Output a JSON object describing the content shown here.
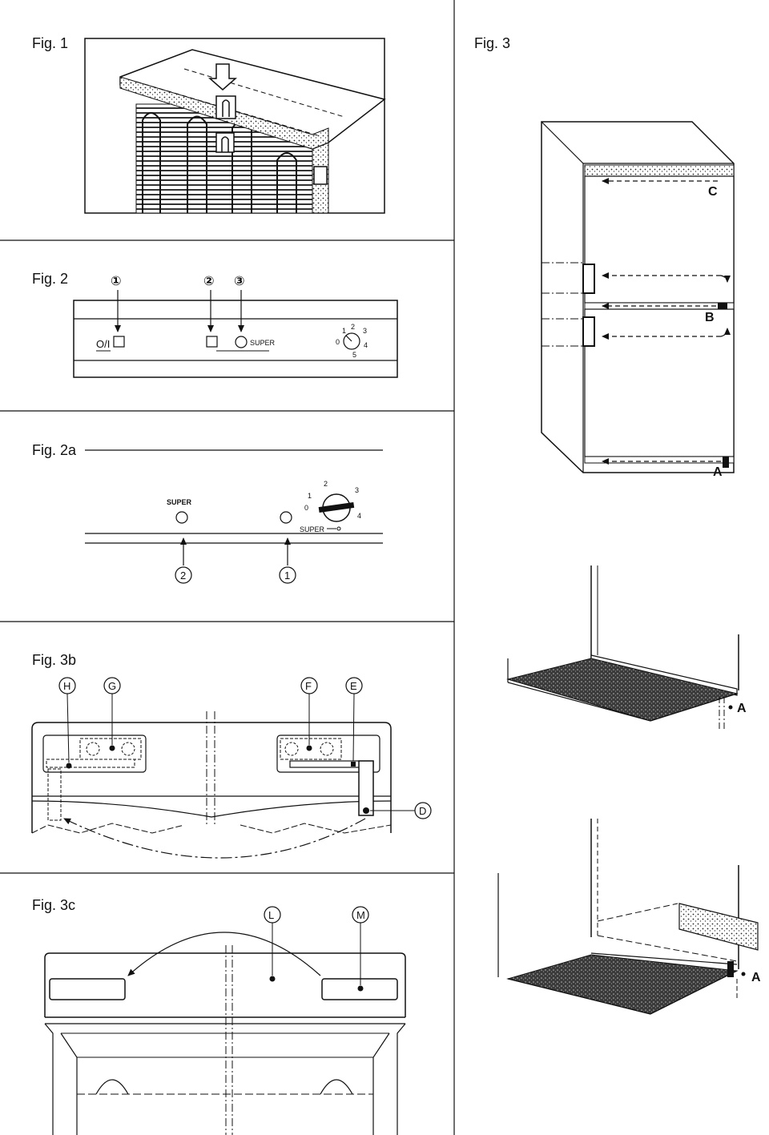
{
  "figures": {
    "fig1": "Fig. 1",
    "fig2": "Fig. 2",
    "fig2a": "Fig. 2a",
    "fig3": "Fig. 3",
    "fig3b": "Fig. 3b",
    "fig3c": "Fig. 3c"
  },
  "fig2_panel": {
    "callouts": [
      "①",
      "②",
      "③"
    ],
    "switch_label": "O/I",
    "super_label": "SUPER",
    "dial_ticks": [
      "0",
      "1",
      "2",
      "3",
      "4",
      "5"
    ]
  },
  "fig2a_panel": {
    "super_label": "SUPER",
    "dial_super_label": "SUPER",
    "dial_ticks": [
      "0",
      "1",
      "2",
      "3",
      "4"
    ],
    "callouts": [
      "2",
      "1"
    ]
  },
  "fig3_labels": {
    "a": "A",
    "b": "B",
    "c": "C"
  },
  "fig3b_labels": {
    "h": "H",
    "g": "G",
    "f": "F",
    "e": "E",
    "d": "D"
  },
  "fig3c_labels": {
    "l": "L",
    "m": "M"
  },
  "detail_labels": {
    "upper_a": "A",
    "lower_a": "A"
  }
}
